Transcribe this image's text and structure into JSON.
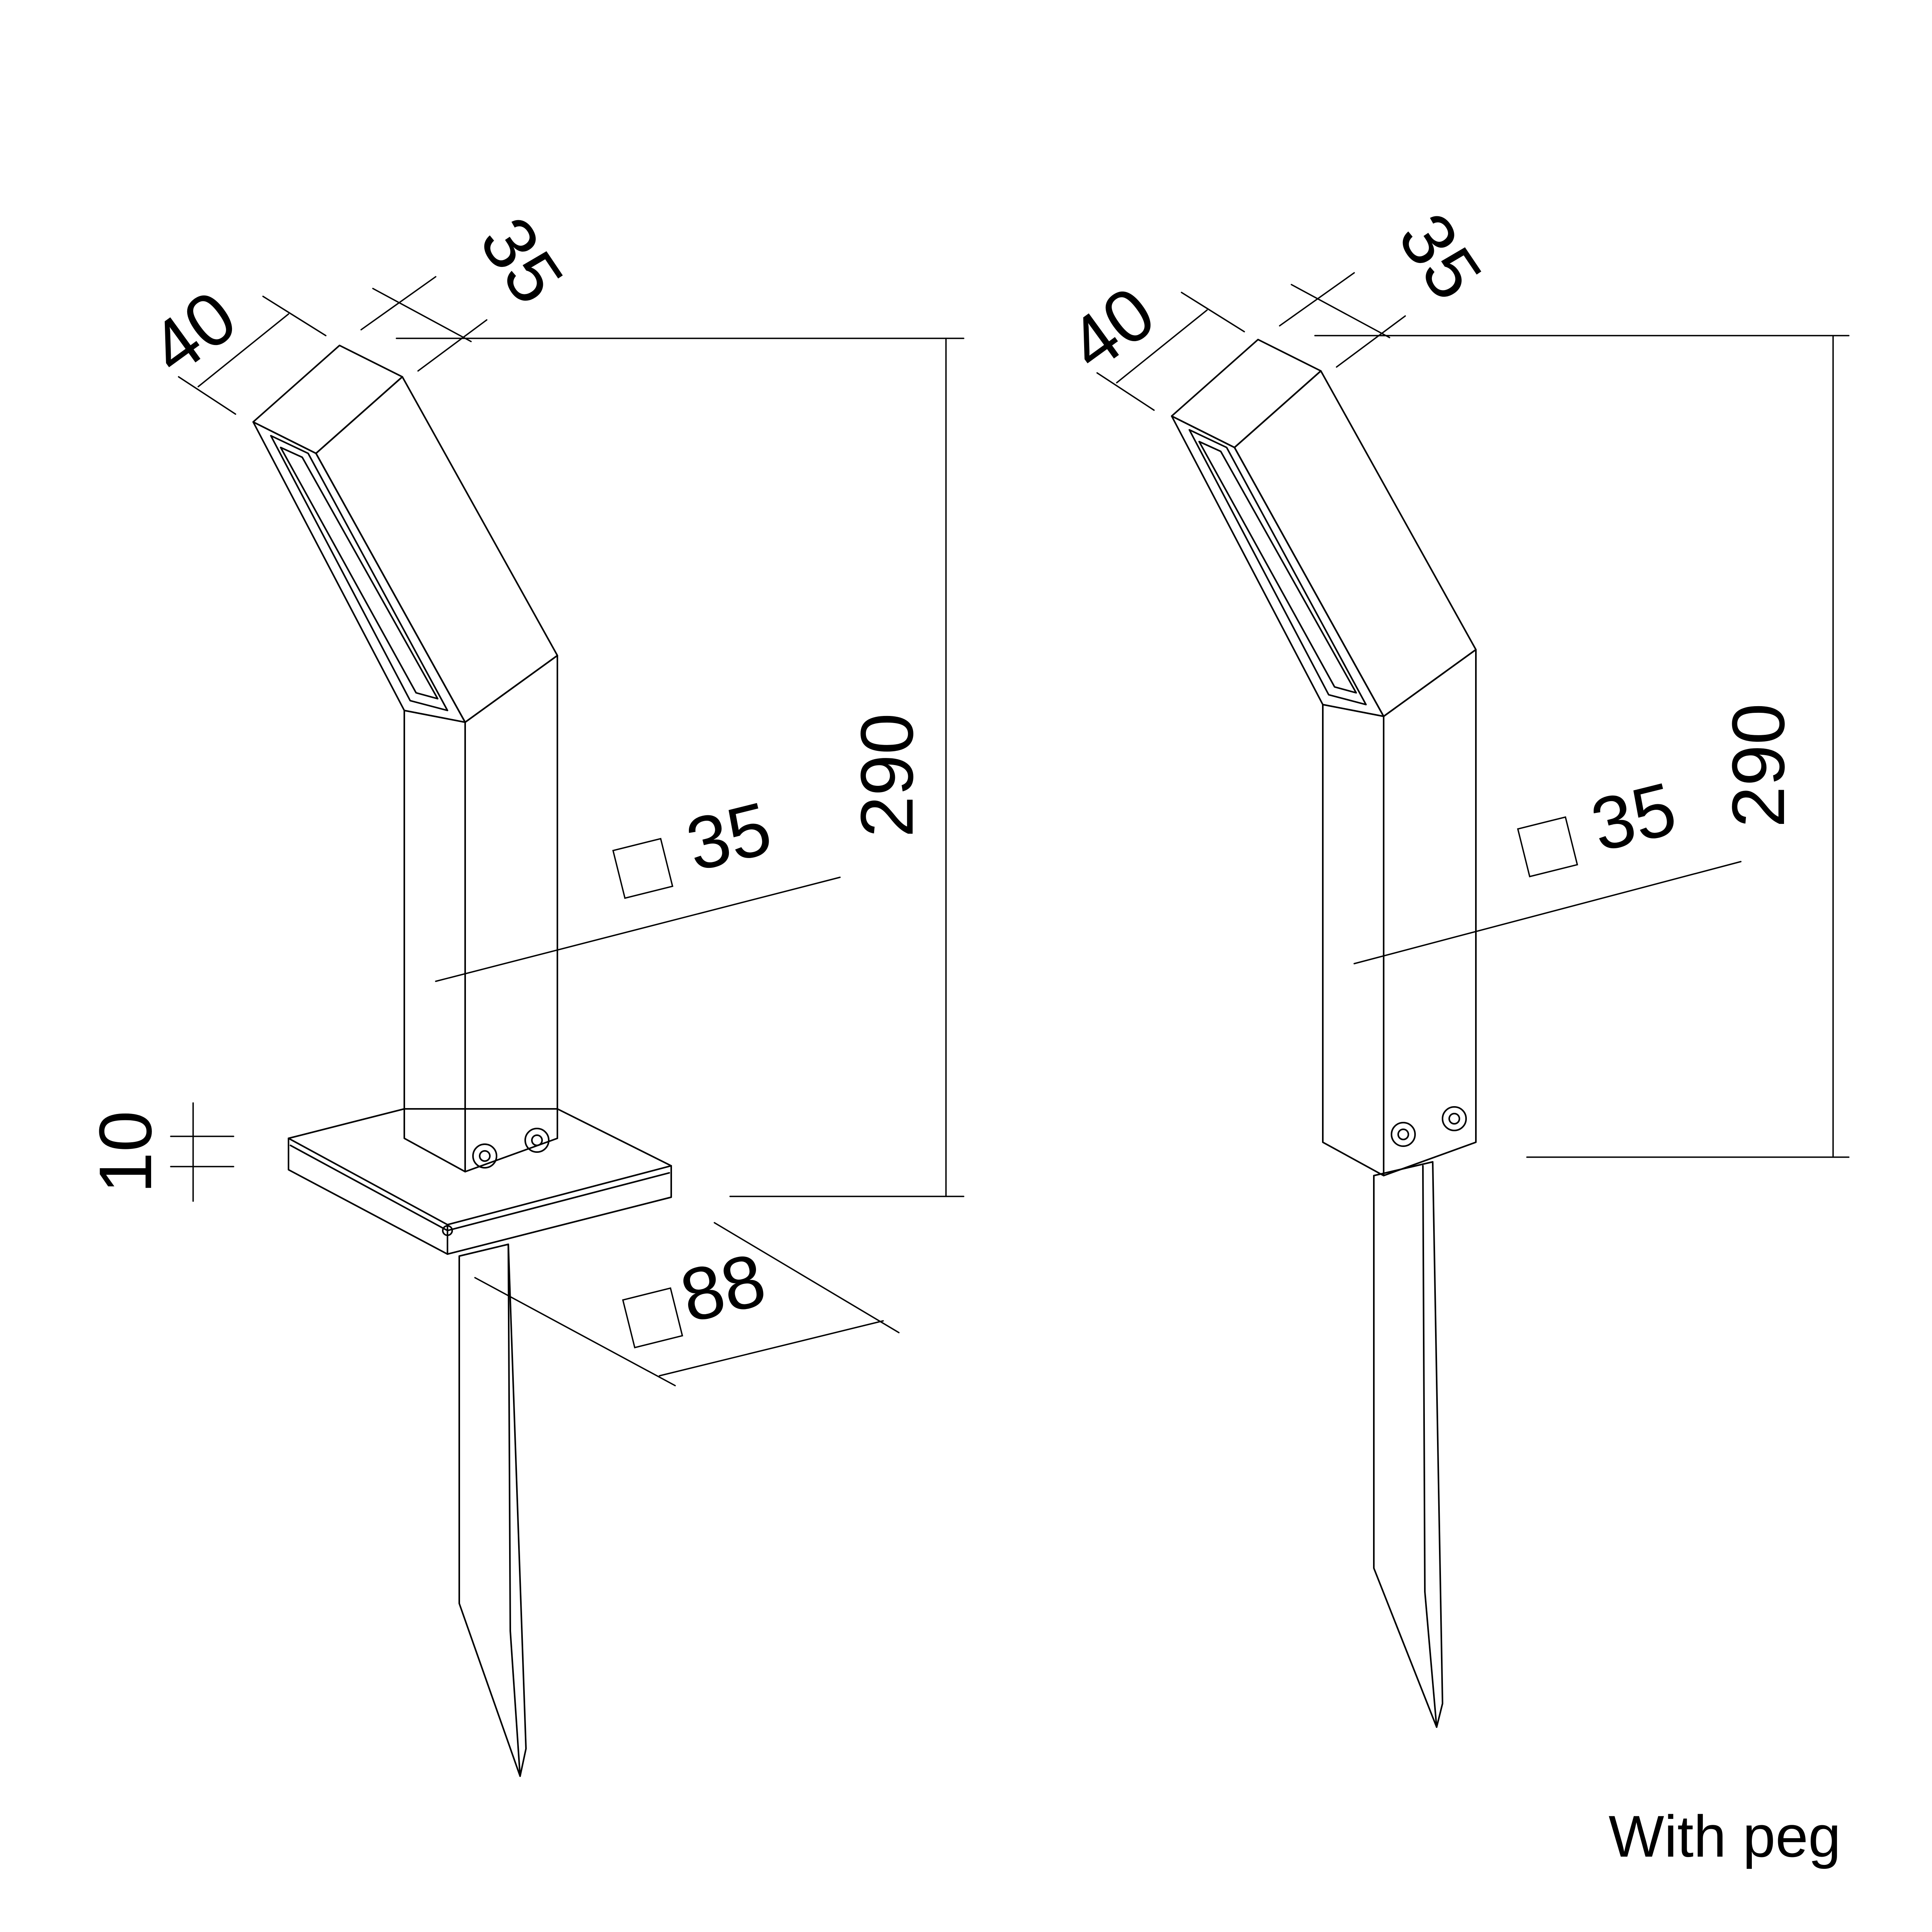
{
  "left_drawing": {
    "head_width_label": "40",
    "head_depth_label": "35",
    "stem_section_label": "35",
    "height_label": "290",
    "base_thickness_label": "10",
    "base_size_label": "88"
  },
  "right_drawing": {
    "head_width_label": "40",
    "head_depth_label": "35",
    "stem_section_label": "35",
    "height_label": "290"
  },
  "caption": "With peg",
  "colors": {
    "line": "#000000",
    "background": "#ffffff"
  }
}
